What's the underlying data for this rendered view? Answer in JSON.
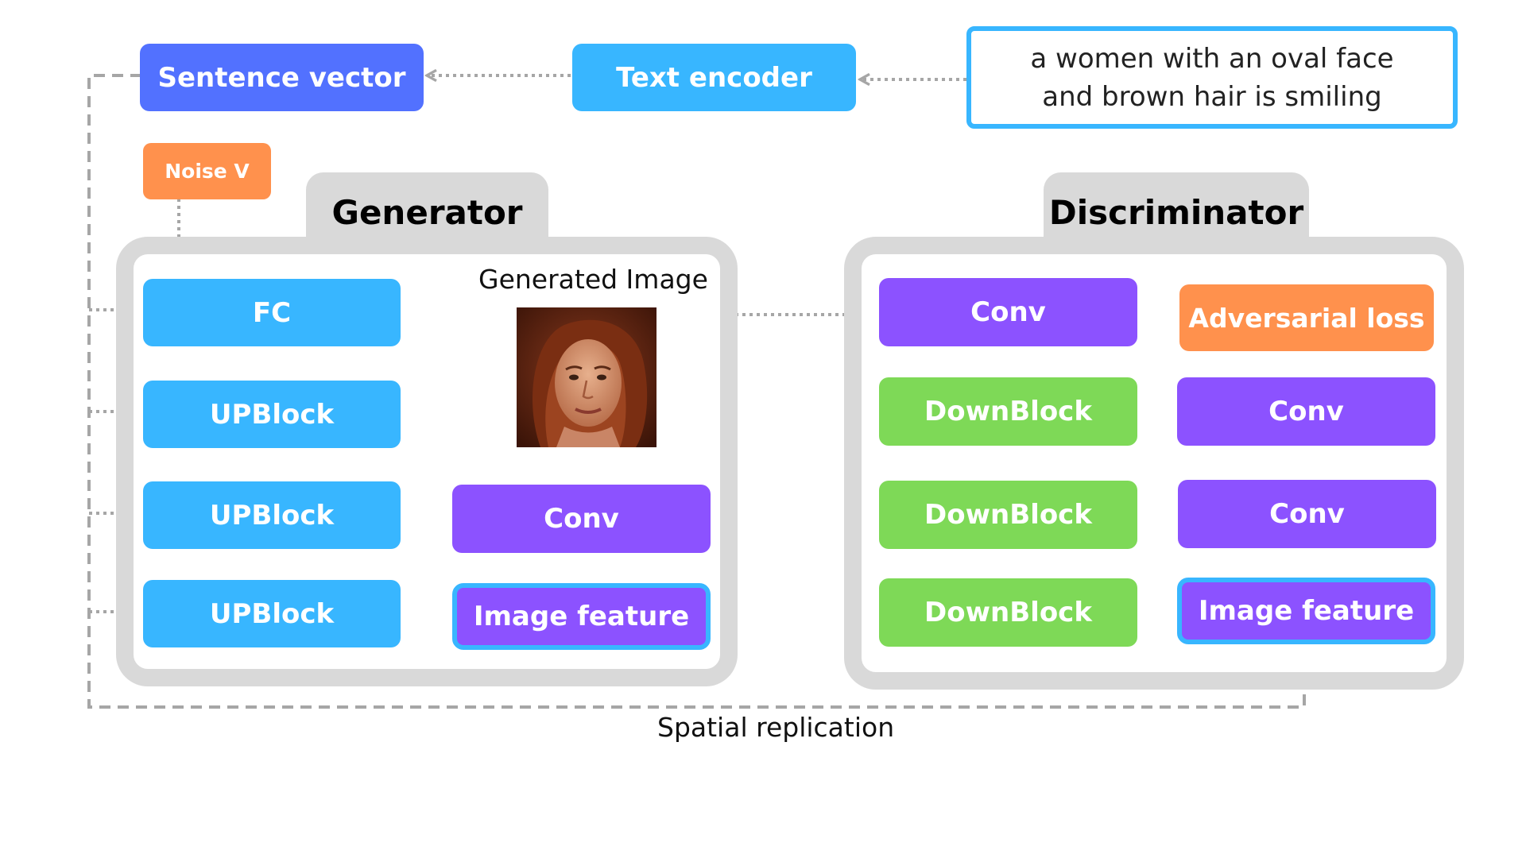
{
  "prompt_text": "a women with an oval face and brown hair is smiling",
  "top": {
    "sentence_vector": "Sentence vector",
    "text_encoder": "Text encoder",
    "noise": "Noise V"
  },
  "generator": {
    "title": "Generator",
    "generated_image_caption": "Generated Image",
    "blocks": [
      "FC",
      "UPBlock",
      "UPBlock",
      "UPBlock"
    ],
    "conv": "Conv",
    "image_feature": "Image feature"
  },
  "discriminator": {
    "title": "Discriminator",
    "left_blocks": [
      "Conv",
      "DownBlock",
      "DownBlock",
      "DownBlock"
    ],
    "adversarial_loss": "Adversarial loss",
    "conv_upper": "Conv",
    "conv_lower": "Conv",
    "image_feature": "Image feature"
  },
  "bottom_caption": "Spatial replication",
  "colors": {
    "blue": "#38b6ff",
    "indigo": "#5271ff",
    "purple": "#8c52ff",
    "green": "#7ed957",
    "orange": "#ff914d",
    "panel_gray": "#d9d9d9",
    "arrow_gray": "#a6a6a6"
  }
}
